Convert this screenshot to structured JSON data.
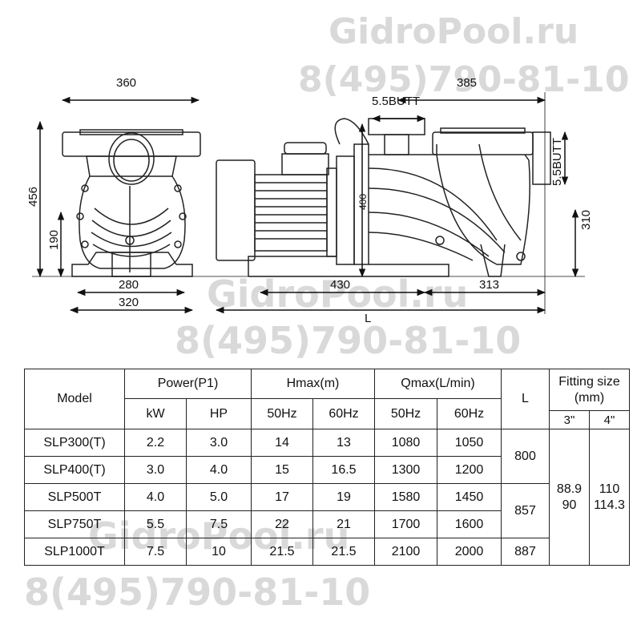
{
  "watermarks": {
    "site": "GidroPool.ru",
    "phone": "8(495)790-81-10"
  },
  "drawing": {
    "front_view": {
      "width_top": "360",
      "height_total": "456",
      "height_axis": "190",
      "base_inner": "280",
      "base_outer": "320"
    },
    "side_view": {
      "length_top": "385",
      "inlet_top": "5.5BUTT",
      "outlet_side": "5.5BUTT",
      "height_inlet": "400",
      "height_outlet": "310",
      "base_left": "430",
      "base_right": "313",
      "length_total": "L"
    }
  },
  "table": {
    "headers": {
      "model": "Model",
      "power": "Power(P1)",
      "hmax": "Hmax(m)",
      "qmax": "Qmax(L/min)",
      "l": "L",
      "fitting": "Fitting size (mm)",
      "kw": "kW",
      "hp": "HP",
      "hmax_50": "50Hz",
      "hmax_60": "60Hz",
      "qmax_50": "50Hz",
      "qmax_60": "60Hz",
      "fit_3": "3\"",
      "fit_4": "4\""
    },
    "rows": [
      {
        "model": "SLP300(T)",
        "kw": "2.2",
        "hp": "3.0",
        "h50": "14",
        "h60": "13",
        "q50": "1080",
        "q60": "1050"
      },
      {
        "model": "SLP400(T)",
        "kw": "3.0",
        "hp": "4.0",
        "h50": "15",
        "h60": "16.5",
        "q50": "1300",
        "q60": "1200"
      },
      {
        "model": "SLP500T",
        "kw": "4.0",
        "hp": "5.0",
        "h50": "17",
        "h60": "19",
        "q50": "1580",
        "q60": "1450"
      },
      {
        "model": "SLP750T",
        "kw": "5.5",
        "hp": "7.5",
        "h50": "22",
        "h60": "21",
        "q50": "1700",
        "q60": "1600"
      },
      {
        "model": "SLP1000T",
        "kw": "7.5",
        "hp": "10",
        "h50": "21.5",
        "h60": "21.5",
        "q50": "2100",
        "q60": "2000"
      }
    ],
    "l_values": [
      "800",
      "857",
      "887"
    ],
    "fit_3_value": "88.9\n90",
    "fit_4_value": "110\n114.3"
  }
}
